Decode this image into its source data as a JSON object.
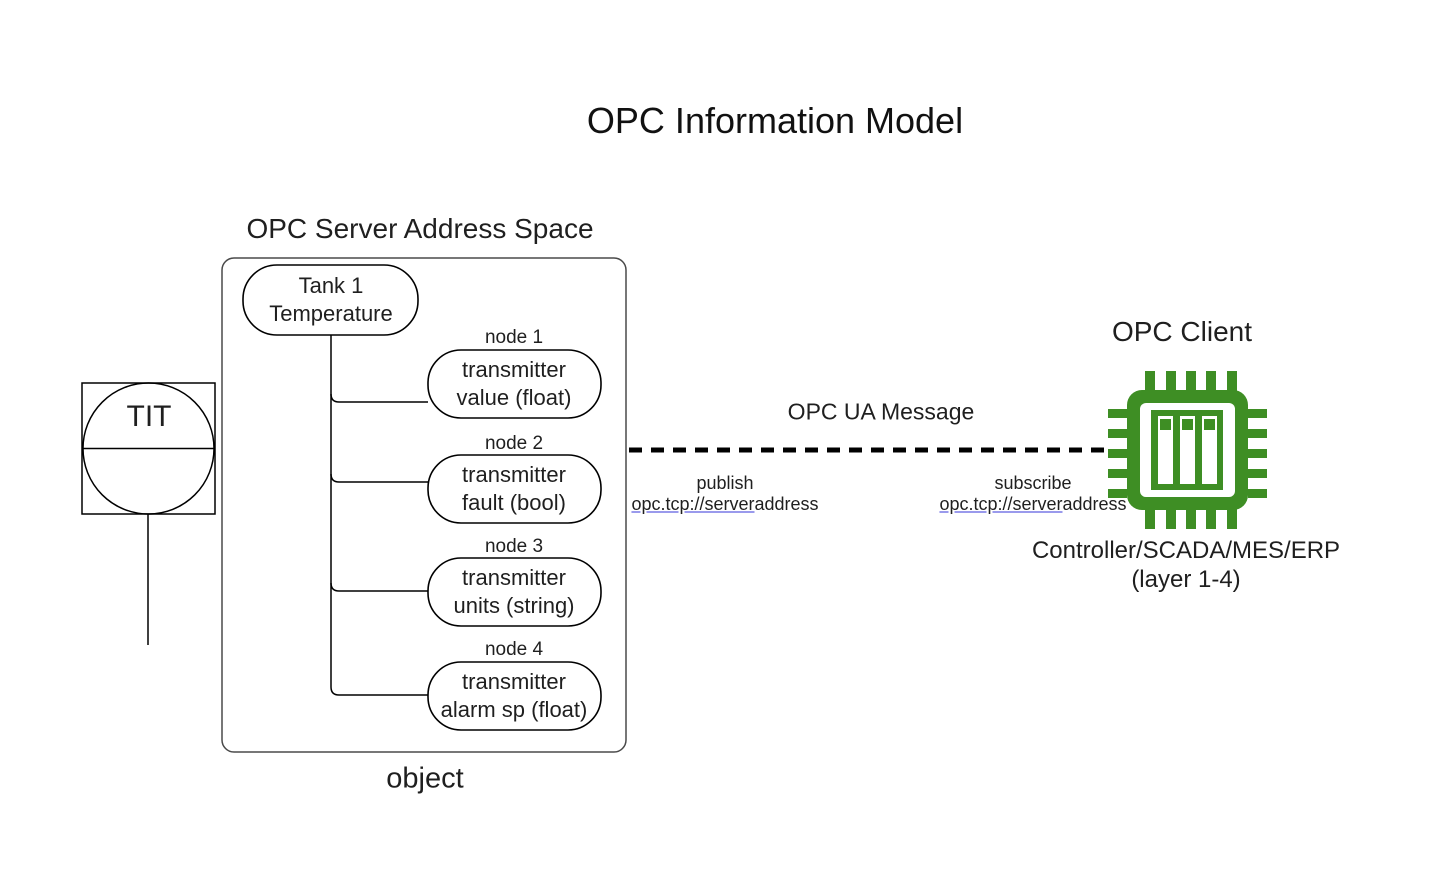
{
  "page": {
    "title": "OPC Information Model"
  },
  "server_space": {
    "heading": "OPC Server Address Space",
    "footer_label": "object",
    "root_node": {
      "line1": "Tank 1",
      "line2": "Temperature"
    },
    "nodes": [
      {
        "tag": "node 1",
        "line1": "transmitter",
        "line2": "value (float)"
      },
      {
        "tag": "node 2",
        "line1": "transmitter",
        "line2": "fault (bool)"
      },
      {
        "tag": "node 3",
        "line1": "transmitter",
        "line2": "units (string)"
      },
      {
        "tag": "node 4",
        "line1": "transmitter",
        "line2": "alarm sp (float)"
      }
    ]
  },
  "instrument": {
    "tag": "TIT",
    "symbol_icon": "instrument-circle-in-square-icon"
  },
  "link": {
    "message_label": "OPC UA Message",
    "publish_label": "publish",
    "publish_url_link": "opc.tcp://server",
    "publish_url_rest": "address",
    "subscribe_label": "subscribe",
    "subscribe_url_link": "opc.tcp://server",
    "subscribe_url_rest": "address"
  },
  "client": {
    "heading": "OPC Client",
    "icon": "microchip-icon",
    "caption_line1": "Controller/SCADA/MES/ERP",
    "caption_line2": "(layer 1-4)"
  },
  "colors": {
    "chip_green": "#3E8E24",
    "link_underline": "#9A9AEC",
    "diagram_line": "#000000",
    "container_border": "#4A4A4A",
    "text": "#1F1F1F"
  }
}
